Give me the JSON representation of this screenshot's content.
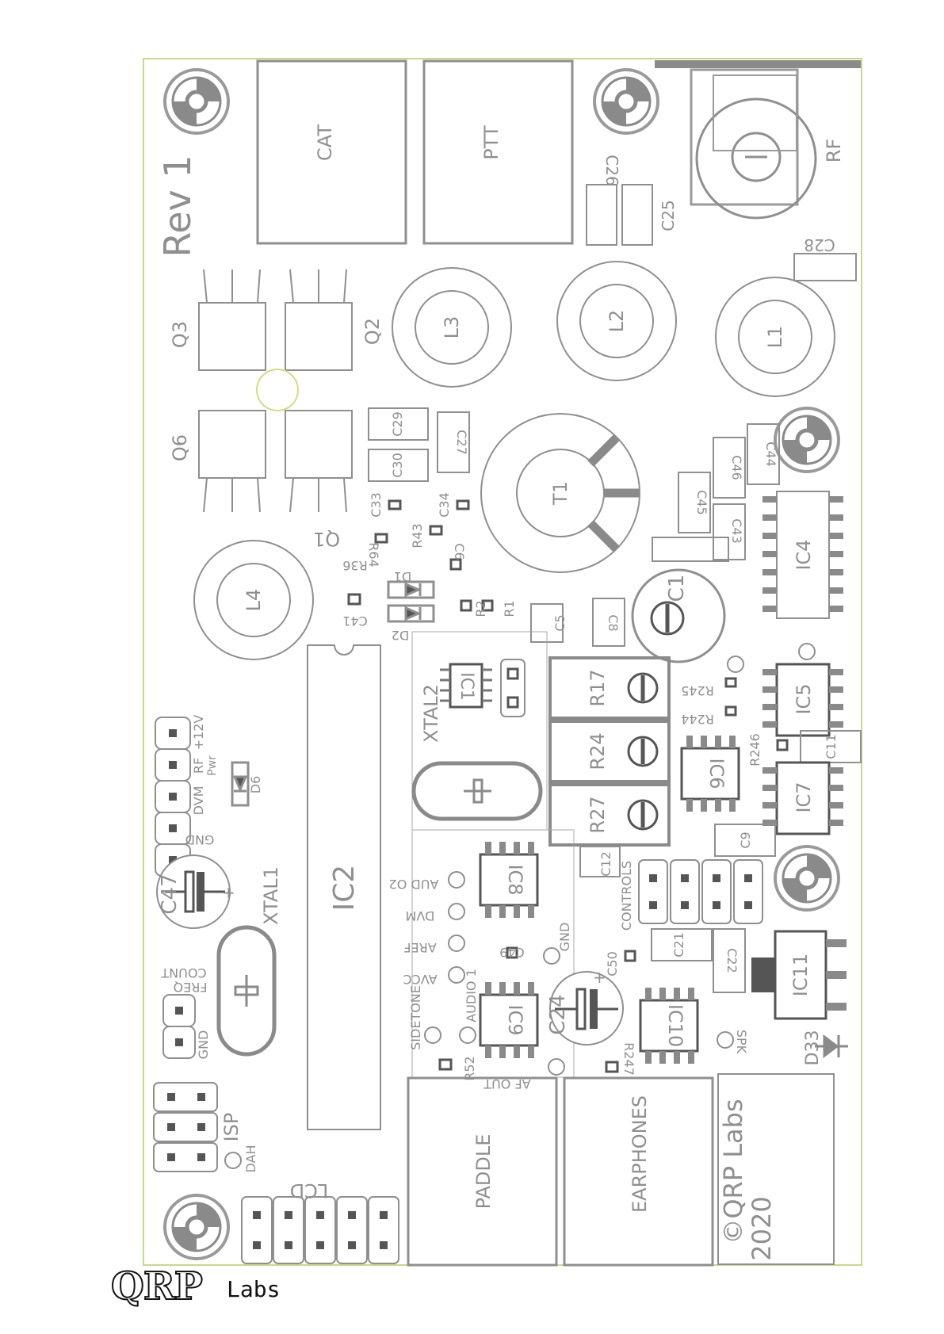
{
  "board": {
    "revision": "Rev 1",
    "copyright": "©QRP Labs",
    "year": "2020",
    "colors": {
      "outline": "#c9d98a",
      "silk": "#8f8f8f",
      "accent": "#7a7a7a"
    }
  },
  "connectors": {
    "cat": "CAT",
    "ptt": "PTT",
    "paddle": "PADDLE",
    "earphones": "EARPHONES",
    "rf": "RF"
  },
  "transistors": {
    "q1": "Q1",
    "q2": "Q2",
    "q3": "Q3",
    "q6": "Q6"
  },
  "inductors": {
    "l1": "L1",
    "l2": "L2",
    "l3": "L3",
    "l4": "L4",
    "t1": "T1"
  },
  "ics": {
    "ic1": "IC1",
    "ic2": "IC2",
    "ic4": "IC4",
    "ic5": "IC5",
    "ic6": "IC6",
    "ic7": "IC7",
    "ic8": "IC8",
    "ic9": "IC9",
    "ic10": "IC10",
    "ic11": "IC11"
  },
  "caps": {
    "c1": "C1",
    "c5": "C5",
    "c8": "C8",
    "c9": "C9",
    "c11": "C11",
    "c12": "C12",
    "c21": "C21",
    "c22": "C22",
    "c24": "C24",
    "c25": "C25",
    "c26": "C26",
    "c27": "C27",
    "c28": "C28",
    "c29": "C29",
    "c30": "C30",
    "c33": "C33",
    "c34": "C34",
    "c41": "C41",
    "c43": "C43",
    "c44": "C44",
    "c45": "C45",
    "c46": "C46",
    "c47": "C47",
    "c49": "C49",
    "c50": "C50",
    "c6": "C6"
  },
  "resistors": {
    "r1": "R1",
    "r2": "R2",
    "r17": "R17",
    "r24": "R24",
    "r27": "R27",
    "r36": "R36",
    "r43": "R43",
    "r52": "R52",
    "r64": "R64",
    "r244": "R244",
    "r245": "R245",
    "r246": "R246",
    "r247": "R247"
  },
  "diodes": {
    "d1": "D1",
    "d2": "D2",
    "d6": "D6",
    "d33": "D33"
  },
  "crystals": {
    "xtal1": "XTAL1",
    "xtal2": "XTAL2"
  },
  "headers": {
    "power": [
      "+12V",
      "RF",
      "Pwr",
      "DVM",
      "GND"
    ],
    "freq": [
      "FREQ",
      "COUNT",
      "GND"
    ],
    "isp": "ISP",
    "dah": "DAH",
    "lcd": "LCD",
    "controls": "CONTROLS"
  },
  "testpoints": {
    "aud_o2": "AUD O2",
    "dvm": "DVM",
    "aref": "AREF",
    "avcc": "AVCC",
    "sidetone": "SIDETONE",
    "audio1": "AUDIO 1",
    "gnd": "GND",
    "af_out": "AF OUT",
    "spk": "SPK"
  },
  "logo": {
    "mark": "QRP",
    "text": "Labs"
  }
}
